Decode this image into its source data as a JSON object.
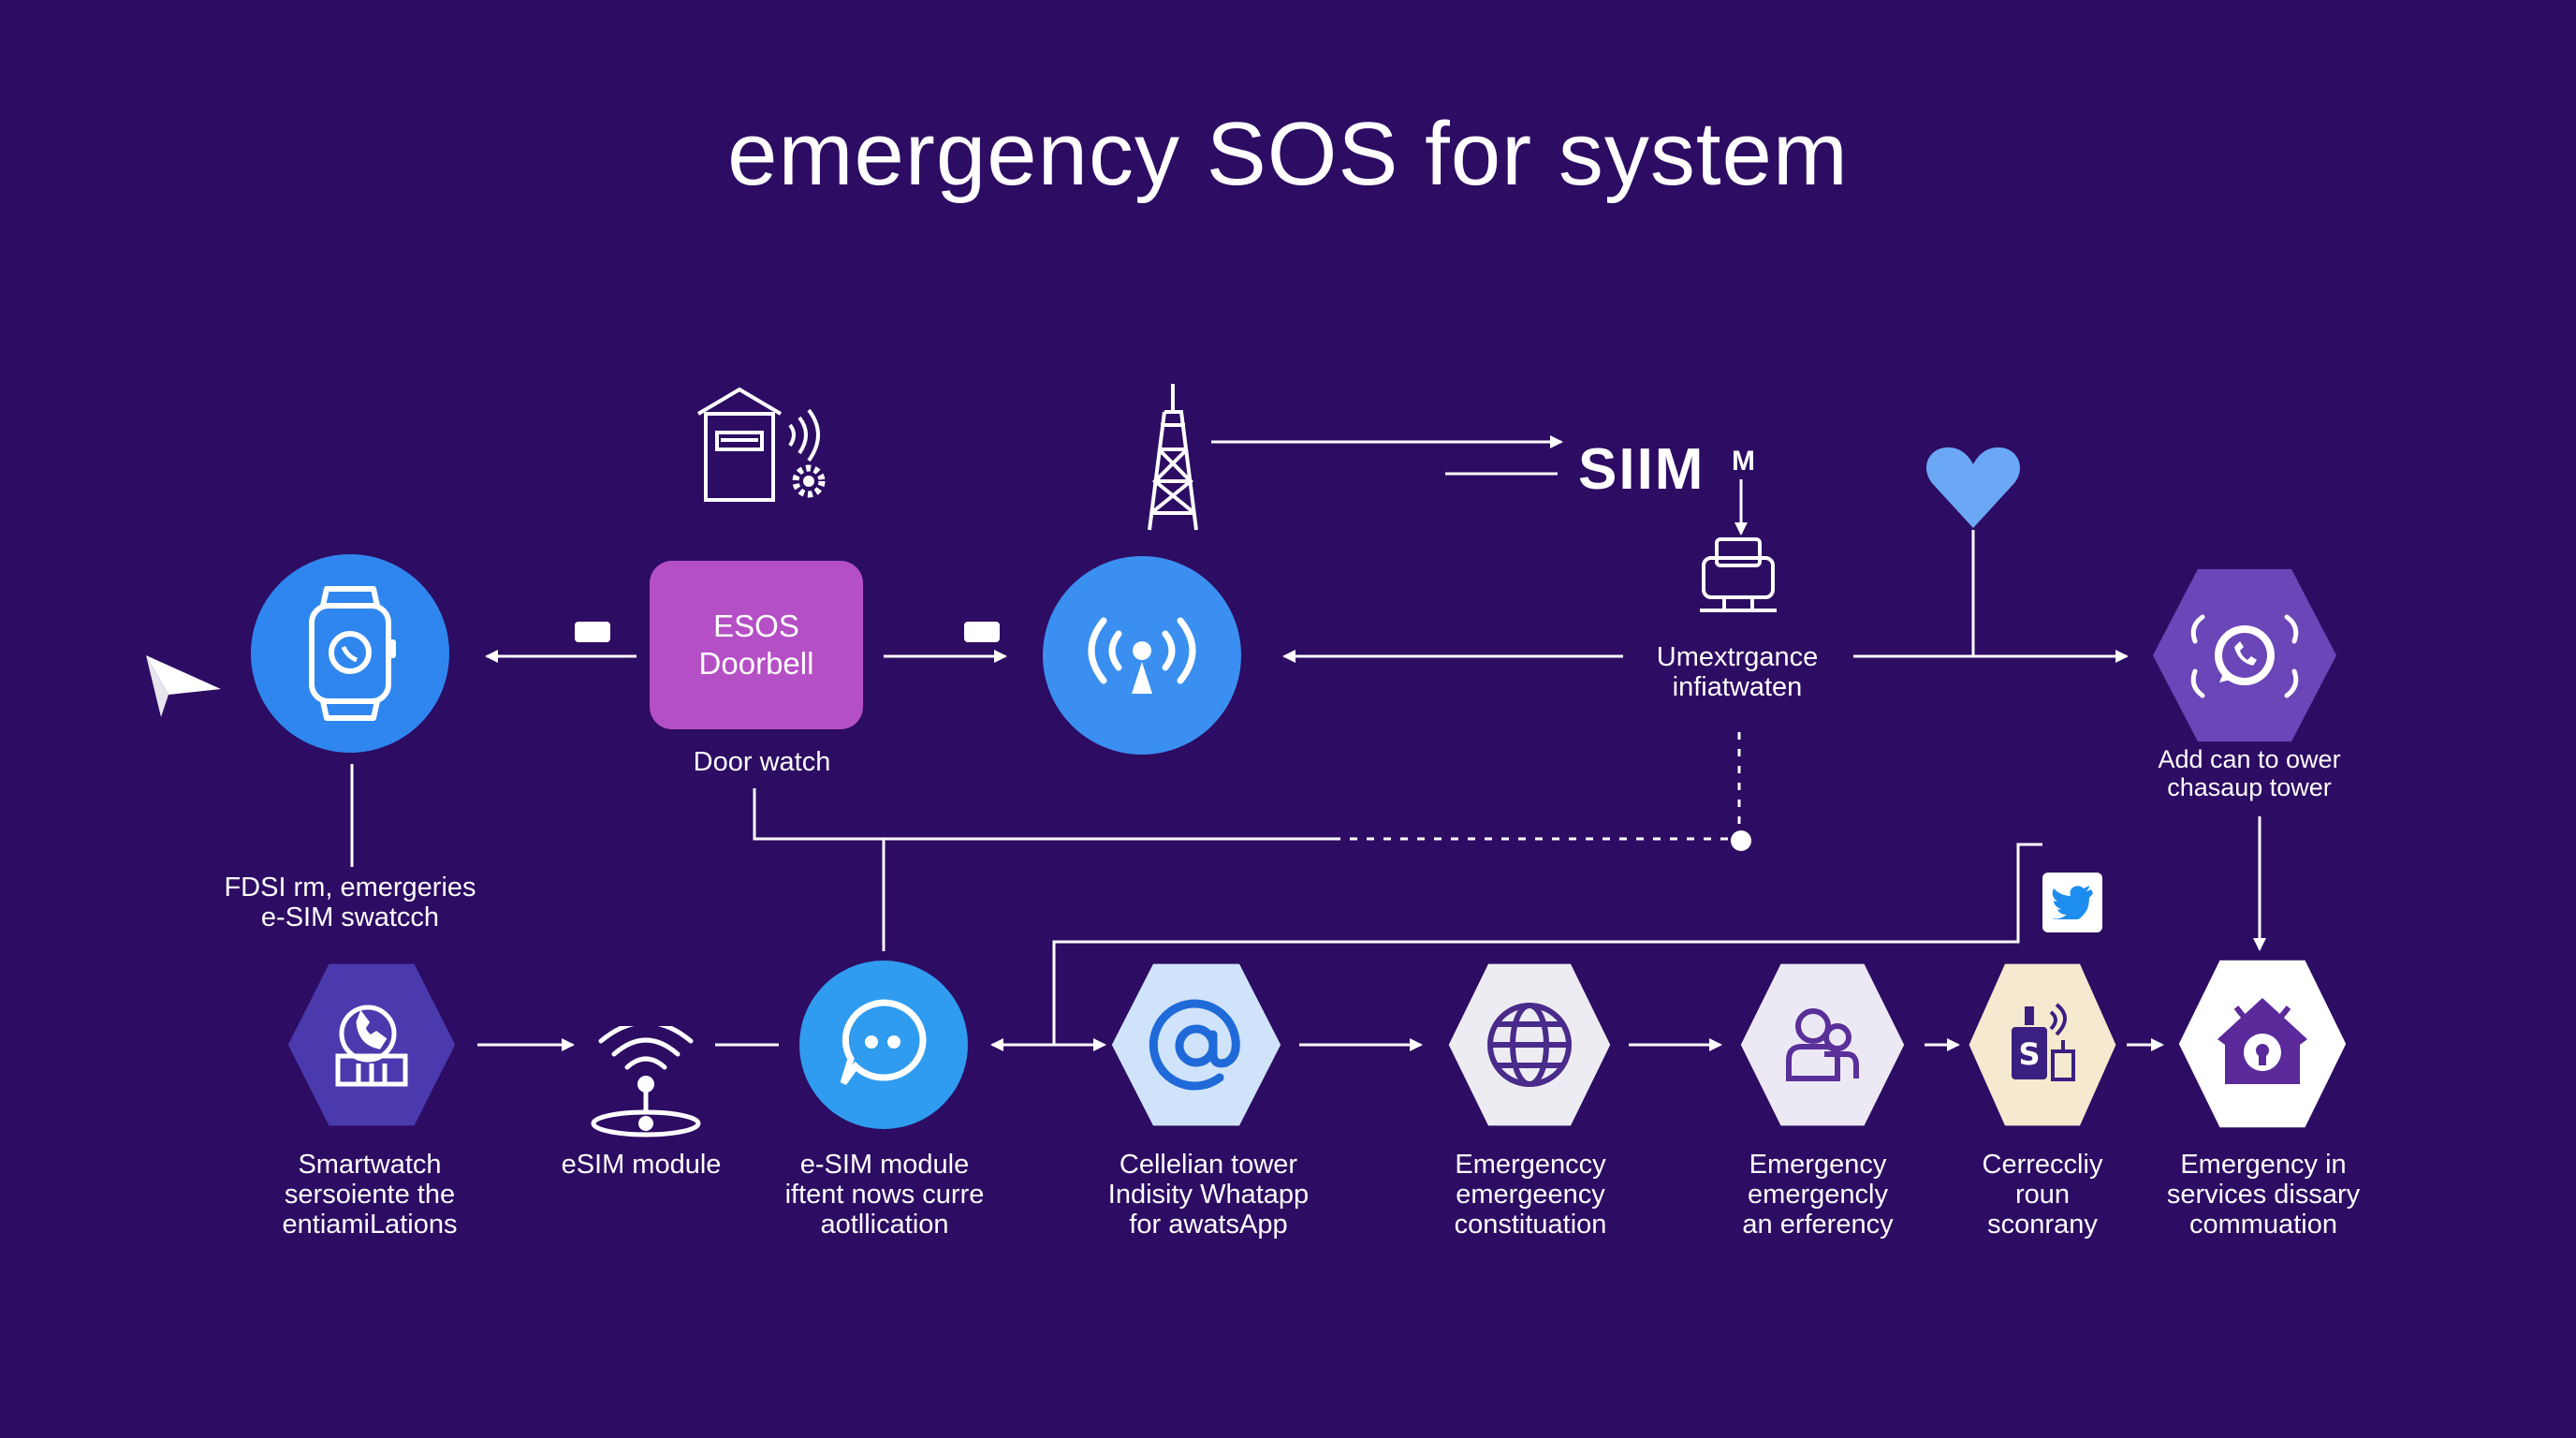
{
  "title": "emergency SOS for system",
  "top_row": {
    "doorbell": {
      "line1": "ESOS",
      "line2": "Doorbell",
      "caption": "Door watch"
    },
    "siim": {
      "text": "SIIM",
      "badge": "M"
    },
    "umextrgance": "Umextrgance\ninfiatwaten",
    "add_can": "Add can to ower\nchasaup tower",
    "fdsi": "FDSI rm, emergeries\ne-SIM swatcch"
  },
  "bottom_row": [
    {
      "label": "Smartwatch\nsersoiente the\nentiamiLations",
      "icon": "phone-icon"
    },
    {
      "label": "eSIM module",
      "icon": "signal-beacon-icon"
    },
    {
      "label": "e-SIM module\niftent nows curre\naotllication",
      "icon": "chat-bubble-icon"
    },
    {
      "label": "Cellelian tower\nIndisity Whatapp\nfor awatsApp",
      "icon": "at-sign-icon"
    },
    {
      "label": "Emergenccy\nemergeency\nconstituation",
      "icon": "globe-icon"
    },
    {
      "label": "Emergency\nemergencly\nan erferency",
      "icon": "people-icon"
    },
    {
      "label": "Cerreccliy\nroun\nsconrany",
      "icon": "sim-card-icon"
    },
    {
      "label": "Emergency in\nservices dissary\ncommuation",
      "icon": "house-lock-icon"
    }
  ],
  "colors": {
    "background": "#2d0c63",
    "blue_circle": "#3a8ff0",
    "doorbell_box": "#b54fc6",
    "whatsapp_hex": "#6b46b8",
    "heart": "#6aa8f5",
    "connector": "#ffffff"
  }
}
